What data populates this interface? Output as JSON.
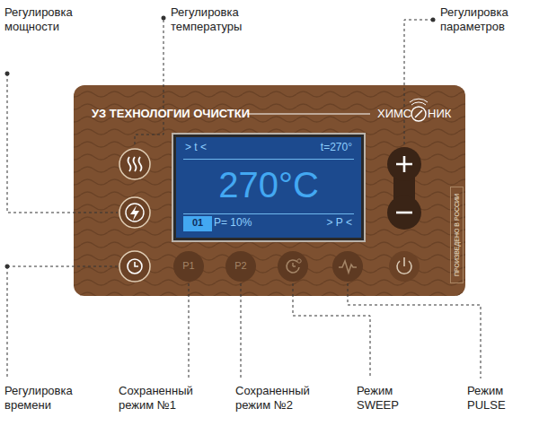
{
  "diagram": {
    "nodes": [
      {
        "text": [
          "УЗ ТЕХНОЛОГИИ ОЧИСТКИ"
        ]
      },
      {
        "text": [
          "> t <",
          "t=270°",
          "270°C",
          "P= 10%",
          "> P <"
        ],
        "in": 0
      },
      {
        "text": [
          "01"
        ],
        "in": 1
      },
      {
        "text": [
          "P1"
        ],
        "in": 0
      },
      {
        "text": [
          "P2"
        ],
        "in": 0
      },
      {
        "text": [
          "ПРОИЗВЕДЕНО В РОССИИ"
        ],
        "in": 0
      }
    ],
    "labels": [
      "Регулировка мощности",
      "Регулировка температуры",
      "Регулировка параметров",
      "ХИМС",
      "НИК",
      "Регулировка времени",
      "Сохраненный режим №1",
      "Сохраненный режим №2",
      "Режим SWEEP",
      "Режим PULSE"
    ]
  }
}
